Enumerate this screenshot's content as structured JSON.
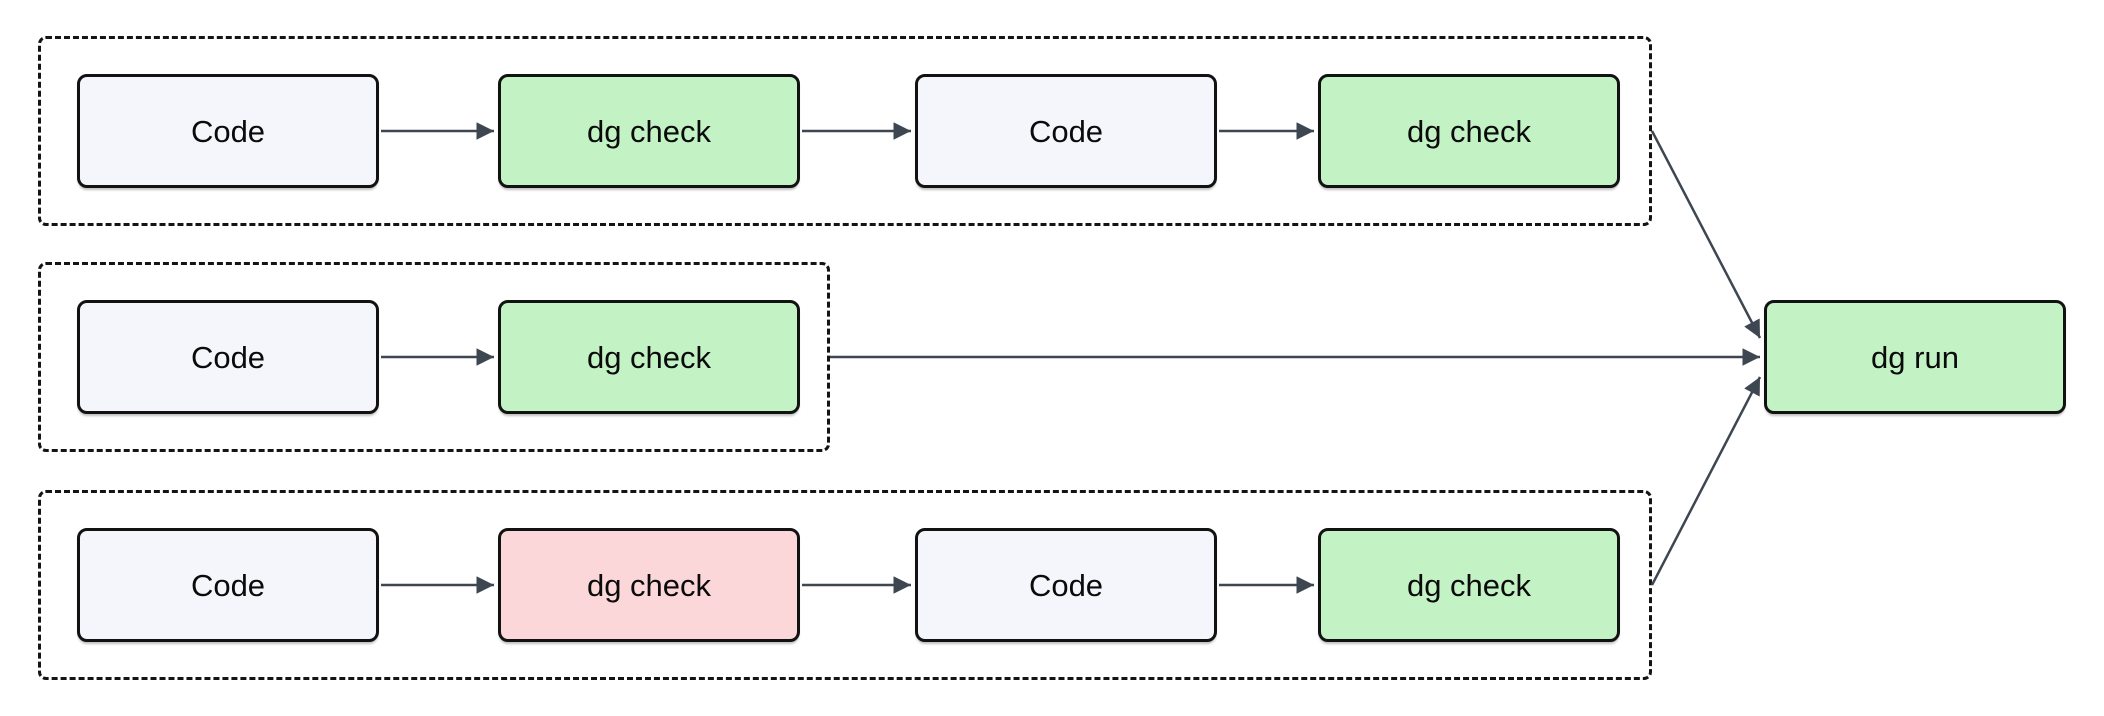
{
  "colors": {
    "background": "#ffffff",
    "code_fill": "#f5f5fc",
    "pass_fill": "#c3f2c4",
    "fail_fill": "#fcd7d9",
    "node_border": "#121212",
    "group_border": "#141414",
    "edge": "#3e4751",
    "text": "#0b0b0b"
  },
  "groups": [
    {
      "name": "pipeline-row-1",
      "nodes": [
        {
          "label": "Code",
          "status": "code"
        },
        {
          "label": "dg check",
          "status": "pass"
        },
        {
          "label": "Code",
          "status": "code"
        },
        {
          "label": "dg check",
          "status": "pass"
        }
      ]
    },
    {
      "name": "pipeline-row-2",
      "nodes": [
        {
          "label": "Code",
          "status": "code"
        },
        {
          "label": "dg check",
          "status": "pass"
        }
      ]
    },
    {
      "name": "pipeline-row-3",
      "nodes": [
        {
          "label": "Code",
          "status": "code"
        },
        {
          "label": "dg check",
          "status": "fail"
        },
        {
          "label": "Code",
          "status": "code"
        },
        {
          "label": "dg check",
          "status": "pass"
        }
      ]
    }
  ],
  "terminal": {
    "label": "dg run",
    "status": "pass"
  },
  "edges": [
    {
      "from": "row1 Code 1",
      "to": "row1 dg check 1"
    },
    {
      "from": "row1 dg check 1",
      "to": "row1 Code 2"
    },
    {
      "from": "row1 Code 2",
      "to": "row1 dg check 2"
    },
    {
      "from": "row2 Code 1",
      "to": "row2 dg check 1"
    },
    {
      "from": "row3 Code 1",
      "to": "row3 dg check 1"
    },
    {
      "from": "row3 dg check 1",
      "to": "row3 Code 2"
    },
    {
      "from": "row3 Code 2",
      "to": "row3 dg check 2"
    },
    {
      "from": "pipeline-row-1",
      "to": "dg run"
    },
    {
      "from": "pipeline-row-2",
      "to": "dg run"
    },
    {
      "from": "pipeline-row-3",
      "to": "dg run"
    }
  ]
}
